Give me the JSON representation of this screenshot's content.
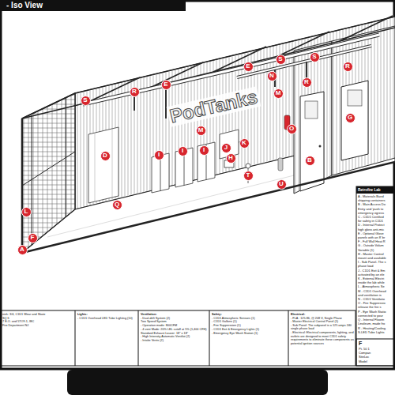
{
  "diagram": {
    "title": "- Iso View",
    "nodes": [
      {
        "text": [
          "A"
        ]
      },
      {
        "text": [
          "F"
        ]
      },
      {
        "text": [
          "L"
        ]
      },
      {
        "text": [
          "D"
        ]
      },
      {
        "text": [
          "Q"
        ]
      },
      {
        "text": [
          "S"
        ]
      },
      {
        "text": [
          "R"
        ]
      },
      {
        "text": [
          "E"
        ]
      },
      {
        "text": [
          "I"
        ]
      },
      {
        "text": [
          "I"
        ]
      },
      {
        "text": [
          "I"
        ]
      },
      {
        "text": [
          "M"
        ]
      },
      {
        "text": [
          "J"
        ]
      },
      {
        "text": [
          "H"
        ]
      },
      {
        "text": [
          "K"
        ]
      },
      {
        "text": [
          "T"
        ]
      },
      {
        "text": [
          "U"
        ]
      },
      {
        "text": [
          "O"
        ]
      },
      {
        "text": [
          "M"
        ]
      },
      {
        "text": [
          "E"
        ]
      },
      {
        "text": [
          "S"
        ]
      },
      {
        "text": [
          "S"
        ]
      },
      {
        "text": [
          "N"
        ]
      },
      {
        "text": [
          "R"
        ]
      },
      {
        "text": [
          "R"
        ]
      },
      {
        "text": [
          "B"
        ]
      },
      {
        "text": [
          "G"
        ]
      }
    ],
    "labels": [
      "PodTanks",
      "Retrofire Lab",
      "A - Materials Band",
      "shipping containers",
      "B - Main Access Do",
      "Entry and 'push to",
      "emergency egress",
      "C - C1D1 Certified",
      "for safety in C1D1",
      "D - Internal Protect",
      "high gloss anti-mic",
      "E - Optional Glove",
      "panels with an 8' br",
      "F - Full Wall Heat R",
      "G - Outside Volum",
      "Variable (1)",
      "H - Master Control",
      "mount and available",
      "I - Sub Panel- The s",
      "phase load",
      "J - C1D1 Exit & Em",
      "activated by an ele",
      "K - External Electri",
      "inside the lab while",
      "L - Atmospheric Se",
      "M - C1D1 Overhead",
      "and ventilation is",
      "N - C1D1 Ventilatio",
      "O - Fire Suppressio",
      "release the fire s",
      "P - Eye Wash Statio",
      "connected to your",
      "Q - Internal Floorin",
      "Linoleum, made fro",
      "R - Heating/Cooling",
      "S-LED Tube Lights",
      "nish: 3/4, C1D1 Wear and Skate",
      "SQ ft",
      "7 E.O. and 5TO9.1, IBC",
      "Fire Department NJ",
      "Lights:",
      "- C1D1 Overhead LED Tube Lighting (10)",
      "Ventilation:",
      "- Dual-drift System (2)",
      "Two Speed System",
      "- Operation mode: 800CFM",
      "- 4 vent Mode: 20% LEL cutoff at 5% (1,400 CFH)",
      "Standard Exhaust Louver: 18\" x 18\"",
      "- High Intensity Automatic Ventilat (2)",
      "- Intake Vents (2)",
      "Safety:",
      "- C1D1 Atmospheric Sensors (1)",
      "- C1D1 Gallons (1)",
      "- Fire Suppression (1)",
      "- C1D1 Exit & Emergency Lights (1)",
      "- Emergency Eye Wash Station (1)",
      "Electrical:",
      "- FLA : 125.86, @ 208 V, Single Phase",
      "- Master Electrical Control Panel (1)",
      "- Sub Panel: The subpanel is a 125 amps 240 single phase load",
      "- Electrical: Electrical components, lighting, and outlets are designed to meet C1D1 safety requirements to eliminate these components as potential ignition sources",
      "F",
      "Pt. 50 1",
      "Compan",
      "SiteLoc",
      "Model"
    ]
  }
}
